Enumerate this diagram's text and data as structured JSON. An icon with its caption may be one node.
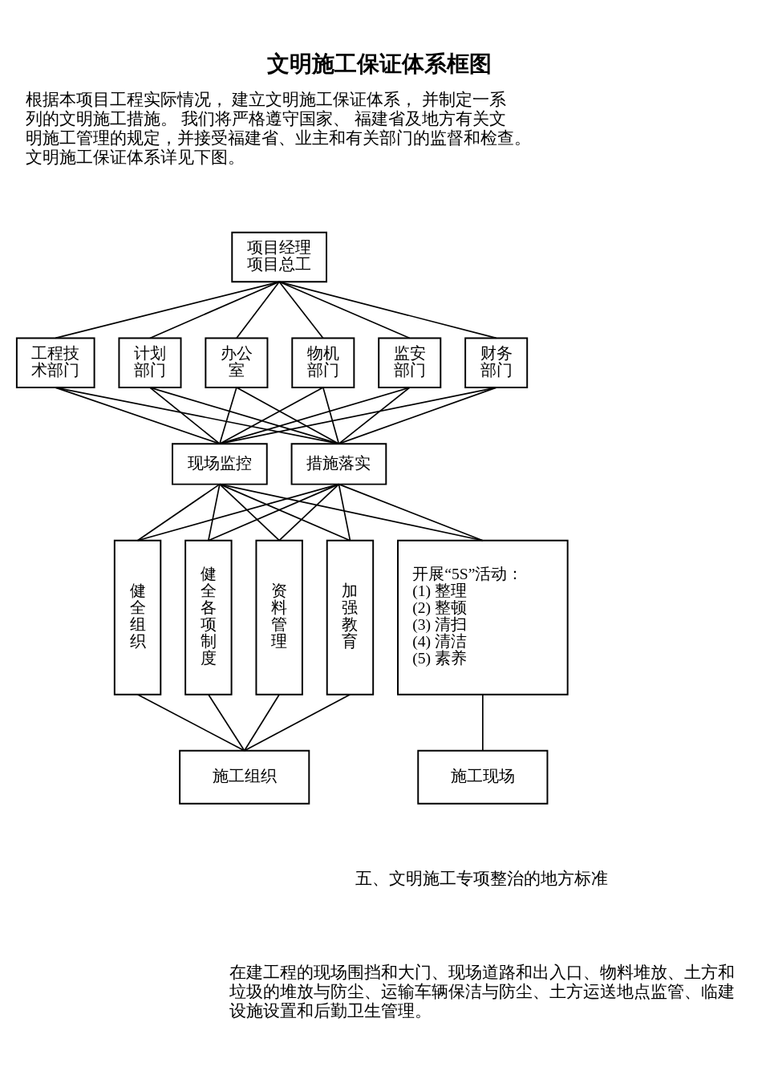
{
  "diagram": {
    "title": "文明施工保证体系框图",
    "nodes": [
      {
        "text": [
          "项目经理",
          "项目总工"
        ]
      },
      {
        "text": [
          "工程技术部门"
        ]
      },
      {
        "text": [
          "计划部门"
        ]
      },
      {
        "text": [
          "办公室"
        ]
      },
      {
        "text": [
          "物机部门"
        ]
      },
      {
        "text": [
          "监安部门"
        ]
      },
      {
        "text": [
          "财务部门"
        ]
      },
      {
        "text": [
          "现场监控"
        ]
      },
      {
        "text": [
          "措施落实"
        ]
      },
      {
        "text": [
          "健全组织"
        ]
      },
      {
        "text": [
          "健全各项制度"
        ]
      },
      {
        "text": [
          "资料管理"
        ]
      },
      {
        "text": [
          "加强教育"
        ]
      },
      {
        "text": [
          "开展“5S”活动：",
          "(1) 整理",
          "(2) 整顿",
          "(3) 清扫",
          "(4) 清洁",
          "(5) 素养"
        ]
      },
      {
        "text": [
          "施工组织"
        ]
      },
      {
        "text": [
          "施工现场"
        ]
      }
    ],
    "edges": [
      {
        "from": 0,
        "to": 1,
        "arrow": "none"
      },
      {
        "from": 0,
        "to": 2,
        "arrow": "none"
      },
      {
        "from": 0,
        "to": 3,
        "arrow": "none"
      },
      {
        "from": 0,
        "to": 4,
        "arrow": "none"
      },
      {
        "from": 0,
        "to": 5,
        "arrow": "none"
      },
      {
        "from": 0,
        "to": 6,
        "arrow": "none"
      },
      {
        "from": 1,
        "to": 7,
        "arrow": "none"
      },
      {
        "from": 1,
        "to": 8,
        "arrow": "none"
      },
      {
        "from": 2,
        "to": 7,
        "arrow": "none"
      },
      {
        "from": 2,
        "to": 8,
        "arrow": "none"
      },
      {
        "from": 3,
        "to": 7,
        "arrow": "none"
      },
      {
        "from": 3,
        "to": 8,
        "arrow": "none"
      },
      {
        "from": 4,
        "to": 7,
        "arrow": "none"
      },
      {
        "from": 4,
        "to": 8,
        "arrow": "none"
      },
      {
        "from": 5,
        "to": 7,
        "arrow": "none"
      },
      {
        "from": 5,
        "to": 8,
        "arrow": "none"
      },
      {
        "from": 6,
        "to": 7,
        "arrow": "none"
      },
      {
        "from": 6,
        "to": 8,
        "arrow": "none"
      },
      {
        "from": 7,
        "to": 9,
        "arrow": "none"
      },
      {
        "from": 7,
        "to": 10,
        "arrow": "none"
      },
      {
        "from": 7,
        "to": 11,
        "arrow": "none"
      },
      {
        "from": 7,
        "to": 12,
        "arrow": "none"
      },
      {
        "from": 7,
        "to": 13,
        "arrow": "none"
      },
      {
        "from": 8,
        "to": 9,
        "arrow": "none"
      },
      {
        "from": 8,
        "to": 10,
        "arrow": "none"
      },
      {
        "from": 8,
        "to": 11,
        "arrow": "none"
      },
      {
        "from": 8,
        "to": 12,
        "arrow": "none"
      },
      {
        "from": 8,
        "to": 13,
        "arrow": "none"
      },
      {
        "from": 9,
        "to": 14,
        "arrow": "none"
      },
      {
        "from": 10,
        "to": 14,
        "arrow": "none"
      },
      {
        "from": 11,
        "to": 14,
        "arrow": "none"
      },
      {
        "from": 12,
        "to": 14,
        "arrow": "none"
      },
      {
        "from": 13,
        "to": 15,
        "arrow": "none"
      }
    ],
    "labels": [
      "根据本项目工程实际情况， 建立文明施工保证体系， 并制定一系列的文明施工措施。 我们将严格遵守国家、 福建省及地方有关文明施工管理的规定，并接受福建省、业主和有关部门的监督和检查。文明施工保证体系详见下图。",
      "五、文明施工专项整治的地方标准",
      "在建工程的现场围挡和大门、现场道路和出入口、物料堆放、土方和垃圾的堆放与防尘、运输车辆保洁与防尘、土方运送地点监管、临建设施设置和后勤卫生管理。"
    ]
  }
}
